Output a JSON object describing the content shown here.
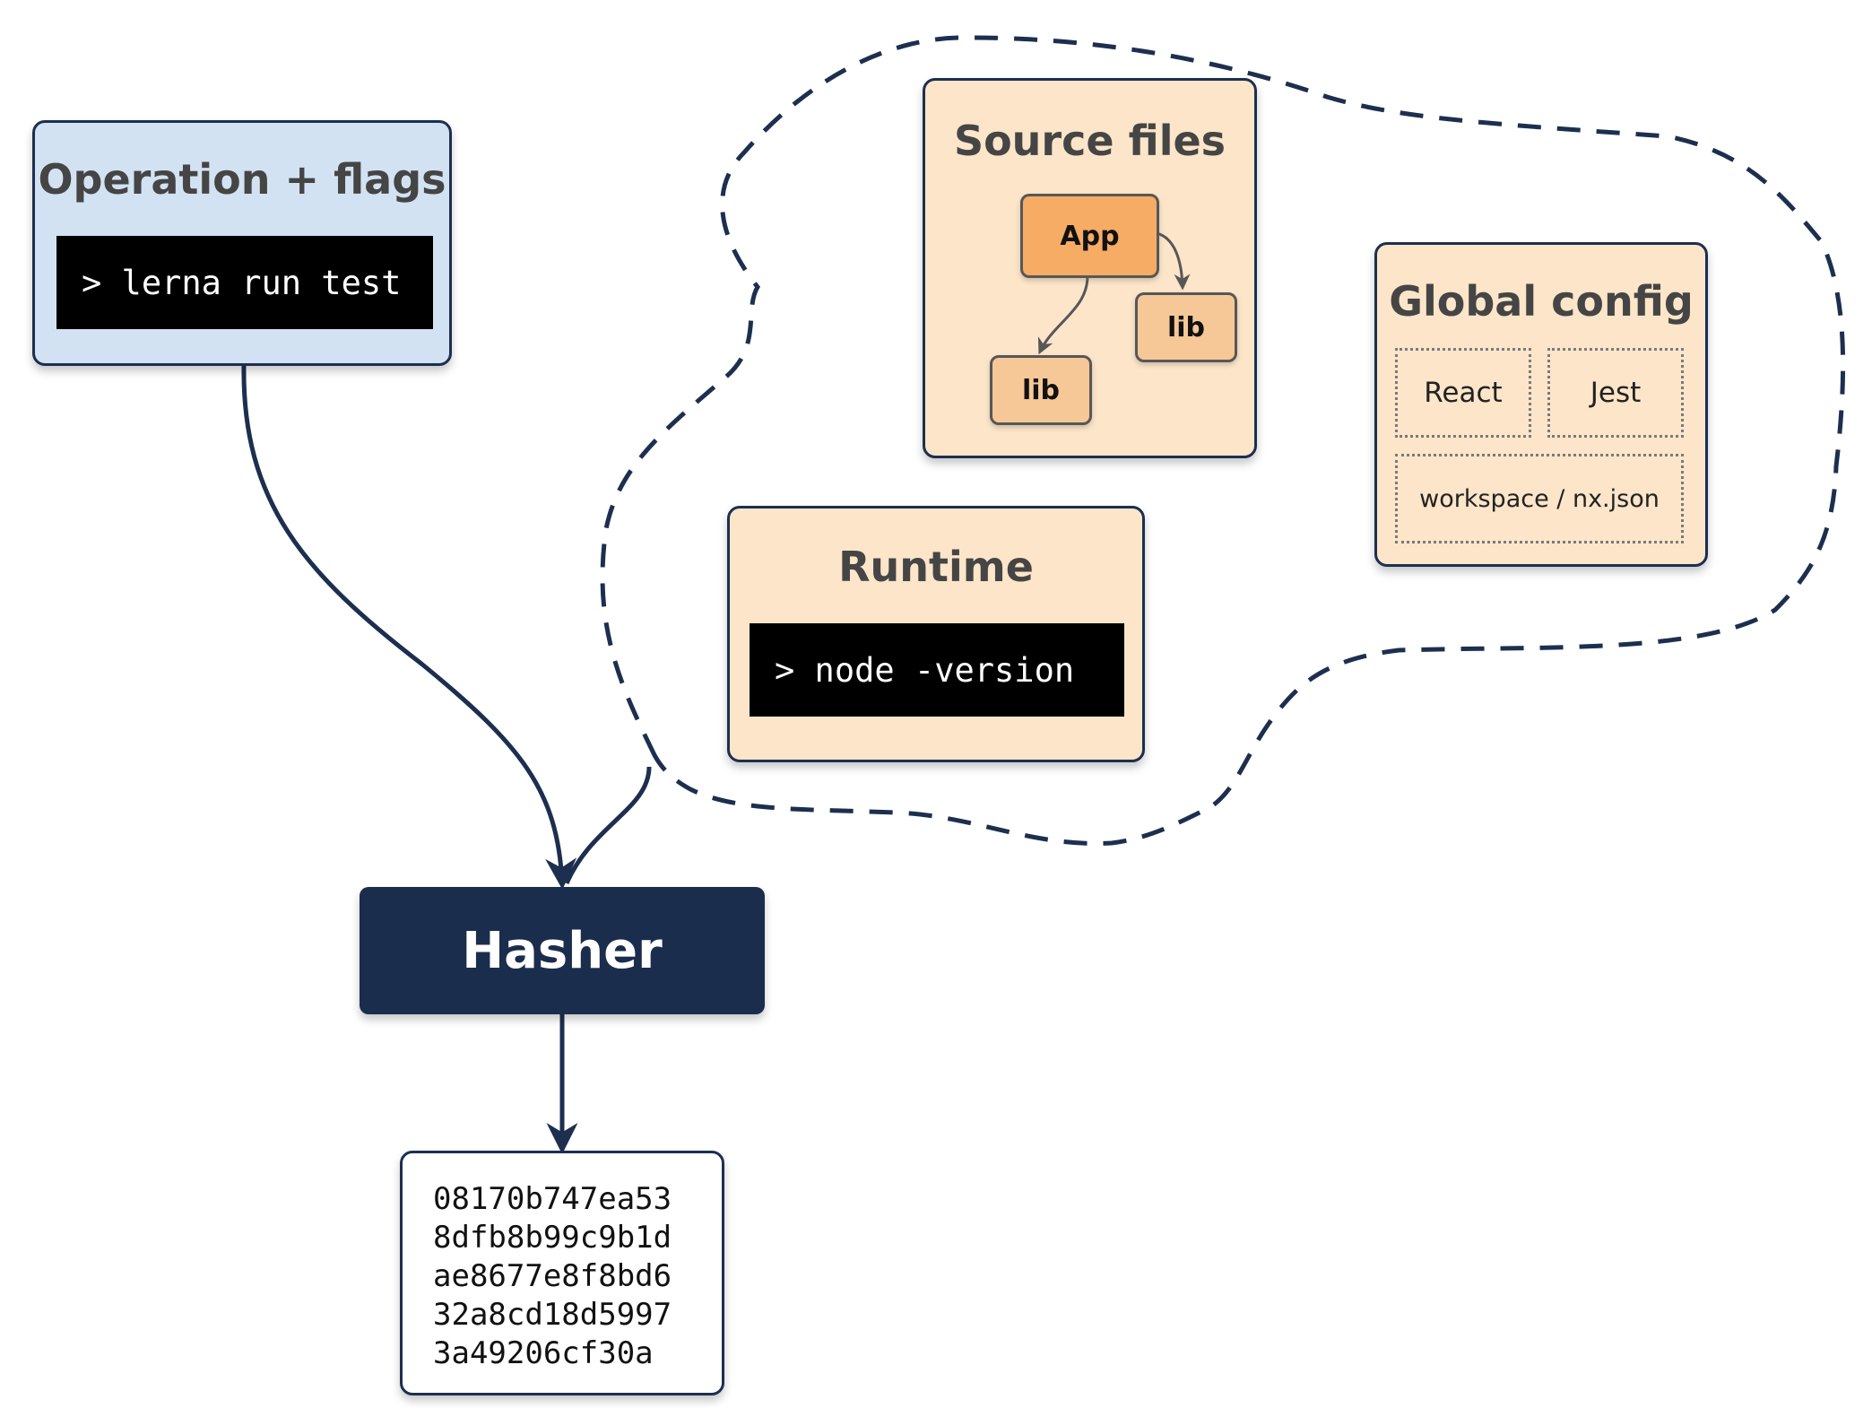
{
  "operation": {
    "title": "Operation + flags",
    "command": "> lerna run test"
  },
  "source_files": {
    "title": "Source files",
    "nodes": {
      "app": "App",
      "lib_right": "lib",
      "lib_left": "lib"
    }
  },
  "global_config": {
    "title": "Global config",
    "items": {
      "react": "React",
      "jest": "Jest",
      "workspace": "workspace / nx.json"
    }
  },
  "runtime": {
    "title": "Runtime",
    "command": "> node -version"
  },
  "hasher": {
    "label": "Hasher"
  },
  "hash_output": {
    "lines": [
      "08170b747ea53",
      "8dfb8b99c9b1d",
      "ae8677e8f8bd6",
      "32a8cd18d5997",
      "3a49206cf30a"
    ]
  },
  "colors": {
    "navy": "#1c2f4f",
    "blue_fill": "#d3e2f2",
    "peach_fill": "#fce5c9",
    "node_dark": "#f6ac65",
    "node_light": "#f7c897"
  }
}
